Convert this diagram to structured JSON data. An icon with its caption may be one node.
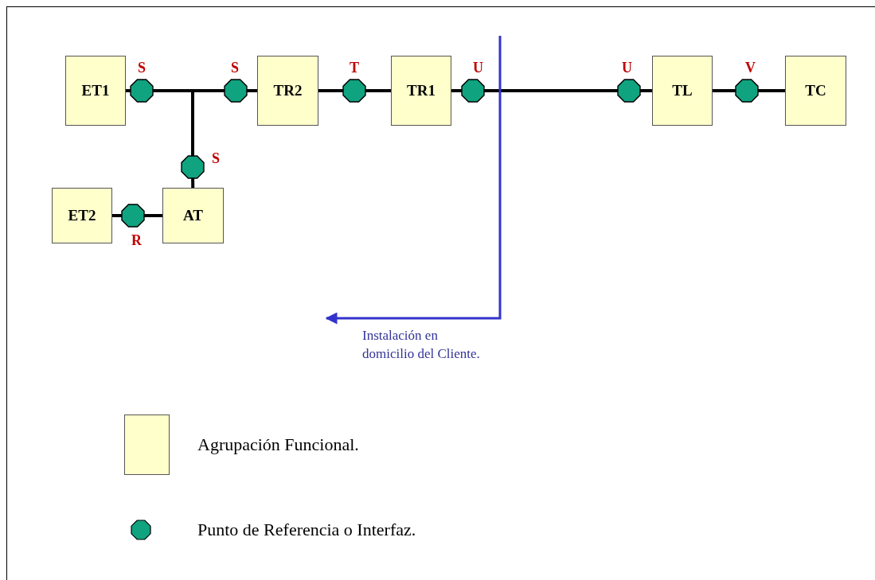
{
  "diagram": {
    "nodes": [
      {
        "text": [
          "ET1"
        ]
      },
      {
        "text": [],
        "shape": "octagon",
        "beside": [
          "S"
        ]
      },
      {
        "text": [],
        "shape": "octagon",
        "beside": [
          "S"
        ]
      },
      {
        "text": [
          "TR2"
        ]
      },
      {
        "text": [],
        "shape": "octagon",
        "beside": [
          "T"
        ]
      },
      {
        "text": [
          "TR1"
        ]
      },
      {
        "text": [],
        "shape": "octagon",
        "beside": [
          "U"
        ]
      },
      {
        "text": [],
        "shape": "octagon",
        "beside": [
          "U"
        ]
      },
      {
        "text": [
          "TL"
        ]
      },
      {
        "text": [],
        "shape": "octagon",
        "beside": [
          "V"
        ]
      },
      {
        "text": [
          "TC"
        ]
      },
      {
        "text": [],
        "shape": "octagon",
        "beside": [
          "S"
        ]
      },
      {
        "text": [
          "ET2"
        ]
      },
      {
        "text": [
          "AT"
        ]
      },
      {
        "text": [],
        "shape": "octagon",
        "beside": [
          "R"
        ]
      }
    ],
    "edges": [
      {
        "from": 0,
        "to": 1,
        "arrow": "none"
      },
      {
        "from": 1,
        "to": 2,
        "arrow": "none"
      },
      {
        "from": 1,
        "to": 11,
        "arrow": "none"
      },
      {
        "from": 2,
        "to": 3,
        "arrow": "none"
      },
      {
        "from": 3,
        "to": 4,
        "arrow": "none"
      },
      {
        "from": 4,
        "to": 5,
        "arrow": "none"
      },
      {
        "from": 5,
        "to": 6,
        "arrow": "none"
      },
      {
        "from": 6,
        "to": 7,
        "arrow": "none"
      },
      {
        "from": 7,
        "to": 8,
        "arrow": "none"
      },
      {
        "from": 8,
        "to": 9,
        "arrow": "none"
      },
      {
        "from": 9,
        "to": 10,
        "arrow": "none"
      },
      {
        "from": 11,
        "to": 13,
        "arrow": "none"
      },
      {
        "from": 12,
        "to": 14,
        "arrow": "none"
      },
      {
        "from": 14,
        "to": 13,
        "arrow": "none"
      }
    ],
    "labels": [
      "Instalación en domicilio del Cliente."
    ],
    "legend": [
      {
        "text": "Agrupación Funcional.",
        "color": "#ffffcc"
      },
      {
        "text": "Punto de Referencia o Interfaz."
      }
    ]
  }
}
